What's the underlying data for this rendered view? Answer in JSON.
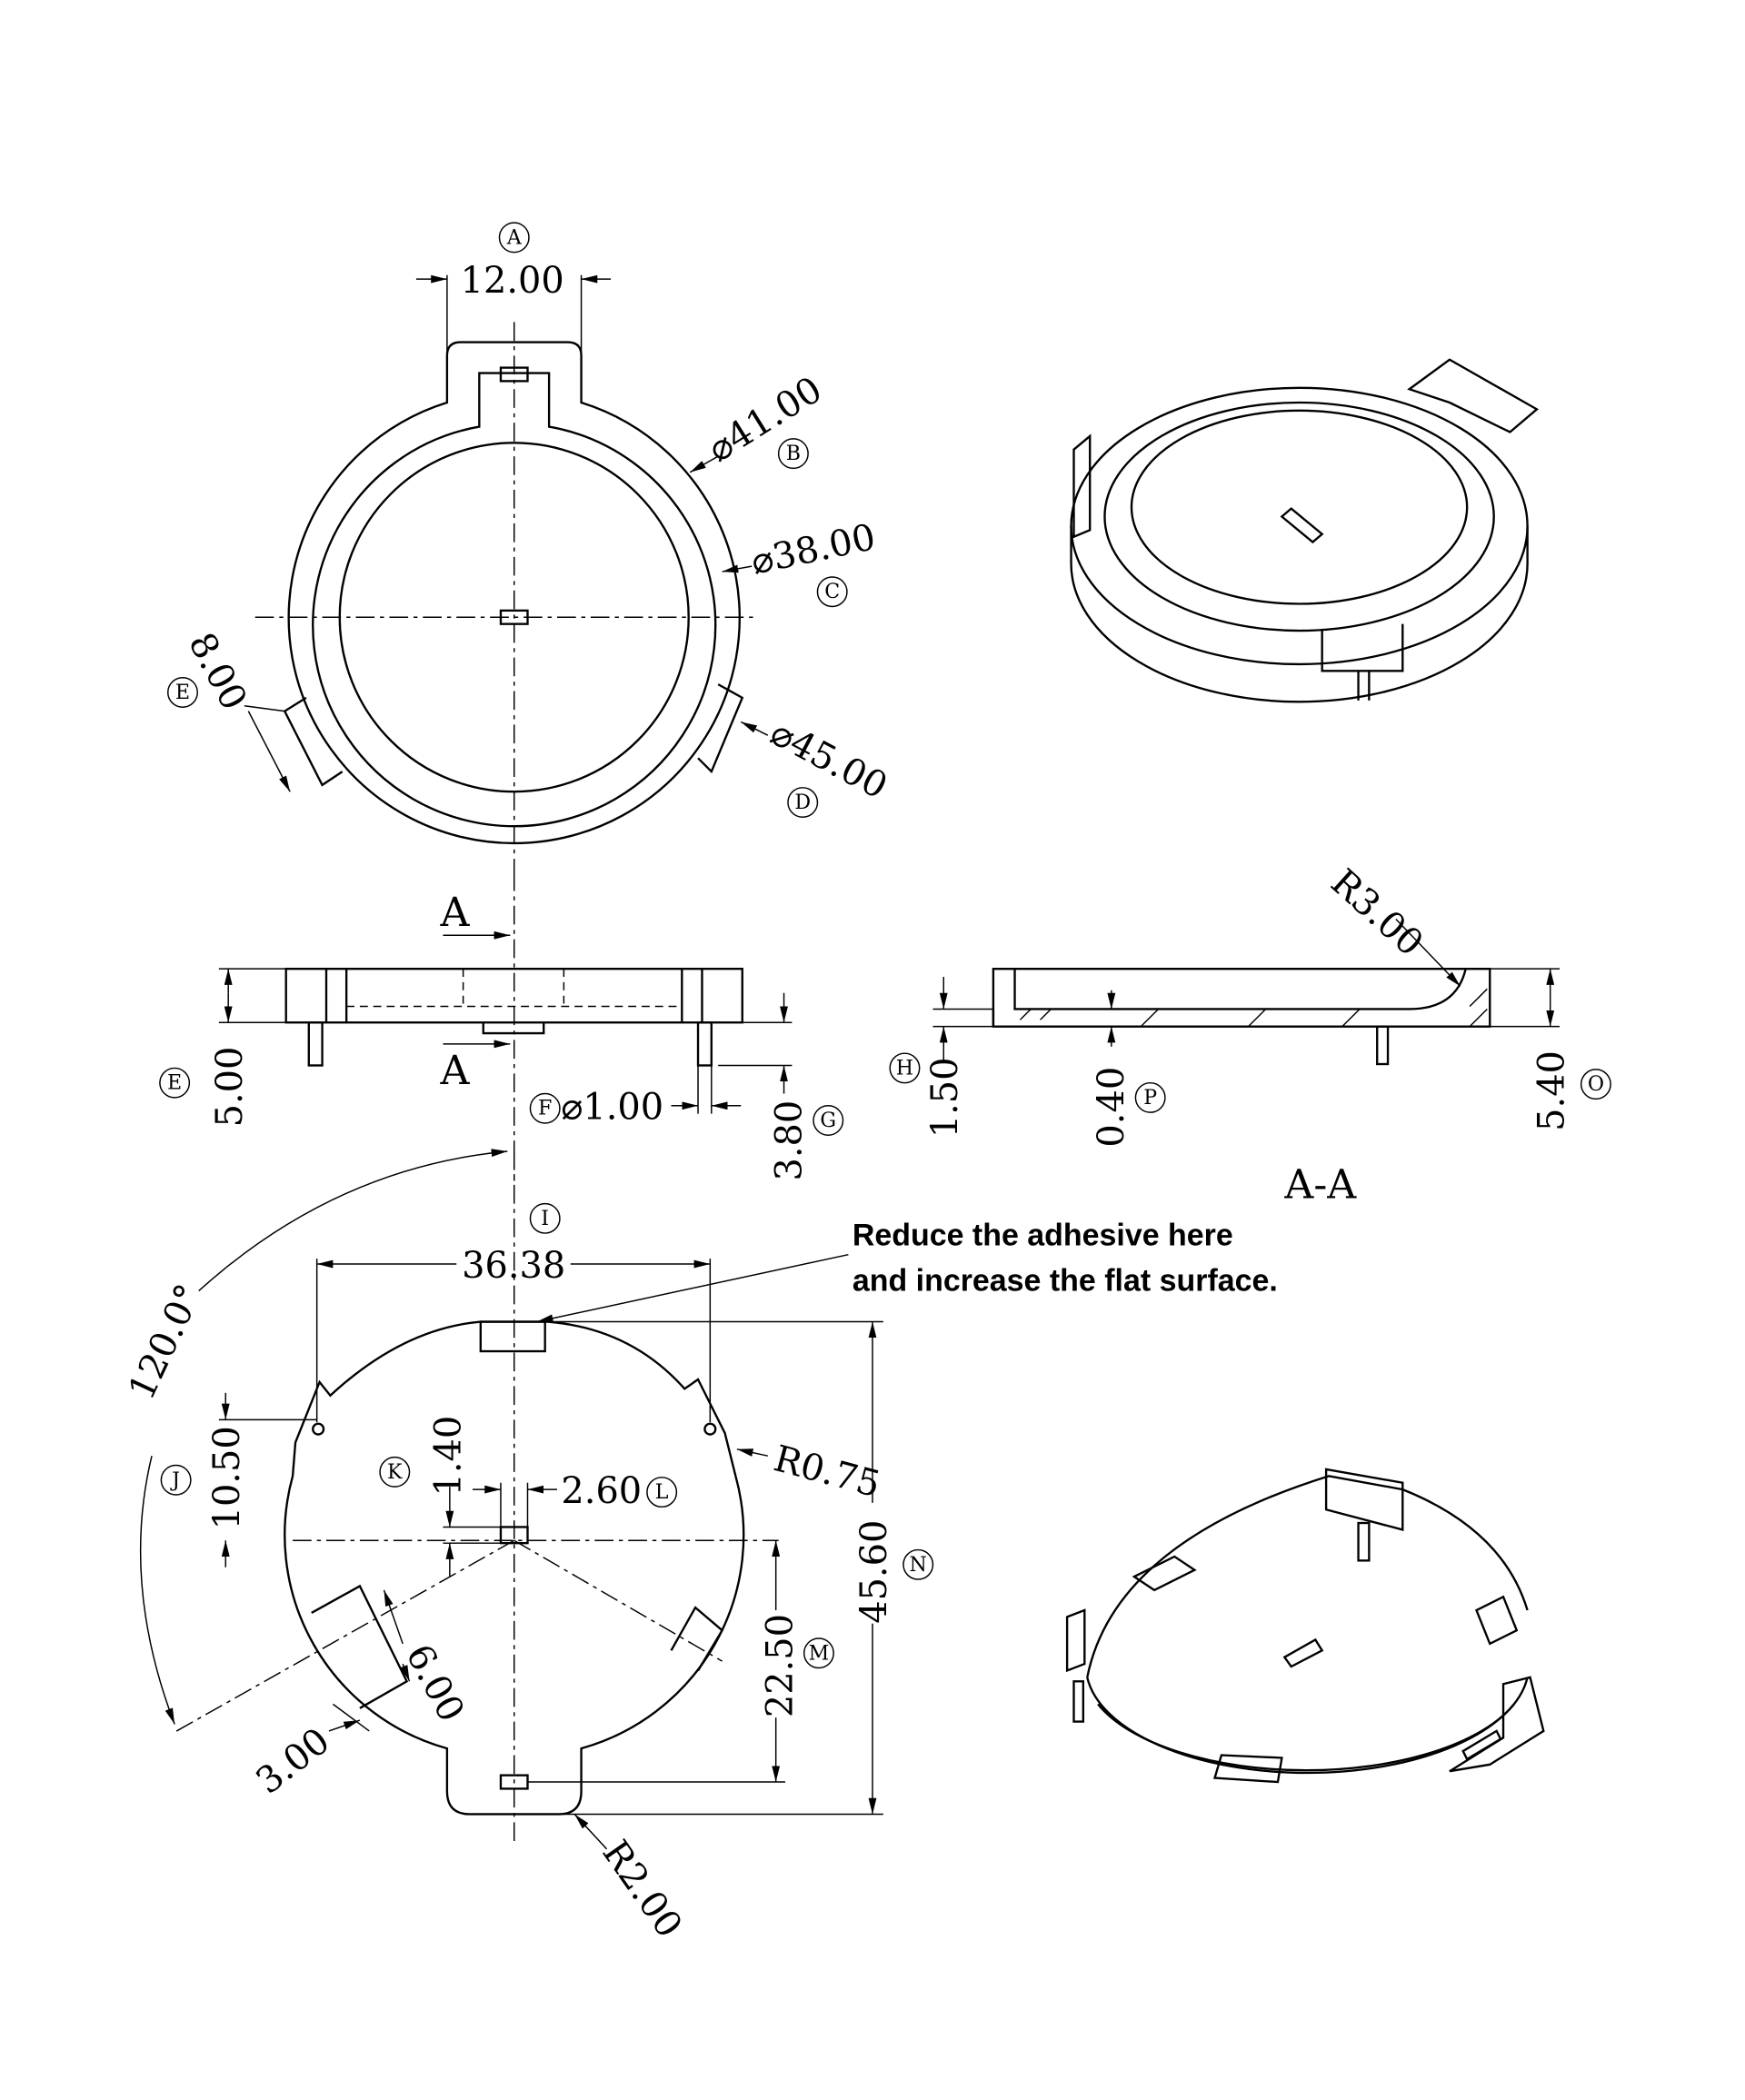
{
  "dimensions": {
    "top_tab_width": "12.00",
    "dia_41": "⌀41.00",
    "dia_38": "⌀38.00",
    "dia_45": "⌀45.00",
    "lug_width": "8.00",
    "side_height": "5.00",
    "pin_dia": "⌀1.00",
    "pin_length": "3.80",
    "section_height_1": "1.50",
    "section_floor": "0.40",
    "section_total": "5.40",
    "section_radius": "R3.00",
    "width_36": "36.38",
    "height_10": "10.50",
    "slot_1_40": "1.40",
    "slot_2_60": "2.60",
    "radius_075": "R0.75",
    "total_45_60": "45.60",
    "depth_22_50": "22.50",
    "pad_6": "6.00",
    "pad_3": "3.00",
    "radius_2": "R2.00",
    "angle_120": "120.0°"
  },
  "callouts": {
    "A": "A",
    "B": "B",
    "C": "C",
    "D": "D",
    "E": "E",
    "F": "F",
    "G": "G",
    "H": "H",
    "I": "I",
    "J": "J",
    "K": "K",
    "L": "L",
    "M": "M",
    "N": "N",
    "O": "O",
    "P": "P"
  },
  "section": {
    "cut_label_top": "A",
    "cut_label_bottom": "A",
    "title": "A-A"
  },
  "note": {
    "line1": "Reduce the adhesive here",
    "line2": "and increase the flat surface."
  }
}
